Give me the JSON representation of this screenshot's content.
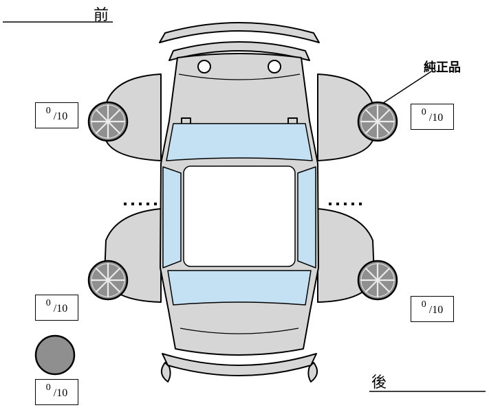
{
  "labels": {
    "front": "前",
    "rear": "後",
    "genuine_part": "純正品"
  },
  "tires": {
    "front_left": {
      "value": "0",
      "denominator": "/10"
    },
    "front_right": {
      "value": "0",
      "denominator": "/10"
    },
    "rear_left": {
      "value": "0",
      "denominator": "/10"
    },
    "rear_right": {
      "value": "0",
      "denominator": "/10"
    },
    "spare": {
      "value": "0",
      "denominator": "/10"
    }
  },
  "colors": {
    "body": "#d6d6d6",
    "window": "#c3e1f2",
    "wheel": "#8f8f8f",
    "outline": "#000000",
    "background": "#ffffff"
  }
}
